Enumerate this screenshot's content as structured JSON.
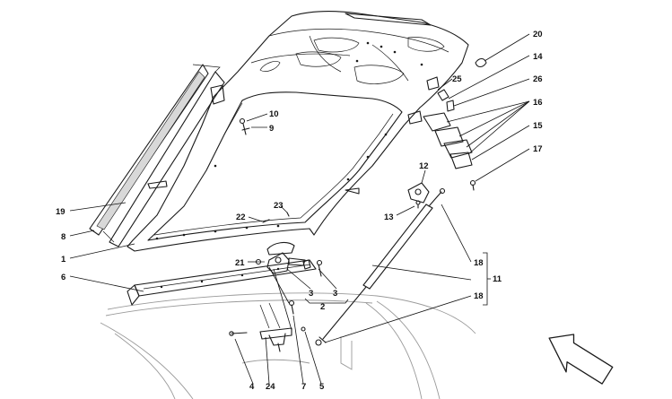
{
  "callouts": {
    "c1": "1",
    "c2": "2",
    "c3a": "3",
    "c3b": "3",
    "c4": "4",
    "c5": "5",
    "c6": "6",
    "c7": "7",
    "c8": "8",
    "c9": "9",
    "c10": "10",
    "c11": "11",
    "c12": "12",
    "c13": "13",
    "c14": "14",
    "c15": "15",
    "c16": "16",
    "c17": "17",
    "c18a": "18",
    "c18b": "18",
    "c19": "19",
    "c20": "20",
    "c21": "21",
    "c22": "22",
    "c23": "23",
    "c24": "24",
    "c25": "25",
    "c26": "26"
  },
  "icons": {
    "direction_arrow": "front-direction-arrow-icon"
  }
}
